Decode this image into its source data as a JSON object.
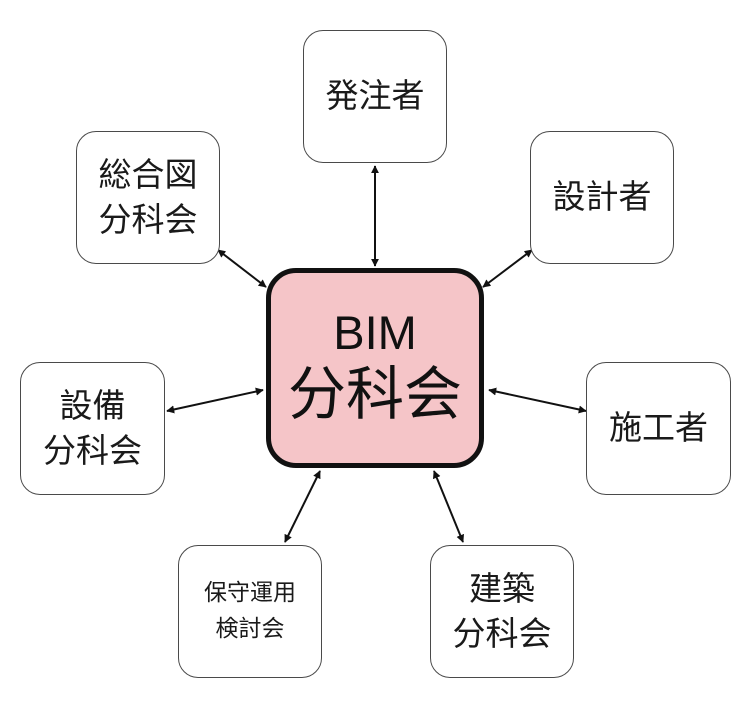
{
  "center": {
    "line1": "BIM",
    "line2": "分科会",
    "fill": "#f5c5c8"
  },
  "nodes": {
    "hatchu": {
      "lines": [
        "発注者"
      ]
    },
    "sekkei": {
      "lines": [
        "設計者"
      ]
    },
    "sekou": {
      "lines": [
        "施工者"
      ]
    },
    "kenchiku": {
      "lines": [
        "建築",
        "分科会"
      ]
    },
    "hoshu": {
      "lines": [
        "保守運用",
        "検討会"
      ]
    },
    "setsubi": {
      "lines": [
        "設備",
        "分科会"
      ]
    },
    "sougou": {
      "lines": [
        "総合図",
        "分科会"
      ]
    }
  },
  "connectors": [
    {
      "from": "center",
      "to": "hatchu",
      "bidirectional": true
    },
    {
      "from": "center",
      "to": "sekkei",
      "bidirectional": true
    },
    {
      "from": "center",
      "to": "sekou",
      "bidirectional": true
    },
    {
      "from": "center",
      "to": "kenchiku",
      "bidirectional": true
    },
    {
      "from": "center",
      "to": "hoshu",
      "bidirectional": true
    },
    {
      "from": "center",
      "to": "setsubi",
      "bidirectional": true
    },
    {
      "from": "center",
      "to": "sougou",
      "bidirectional": true
    }
  ]
}
